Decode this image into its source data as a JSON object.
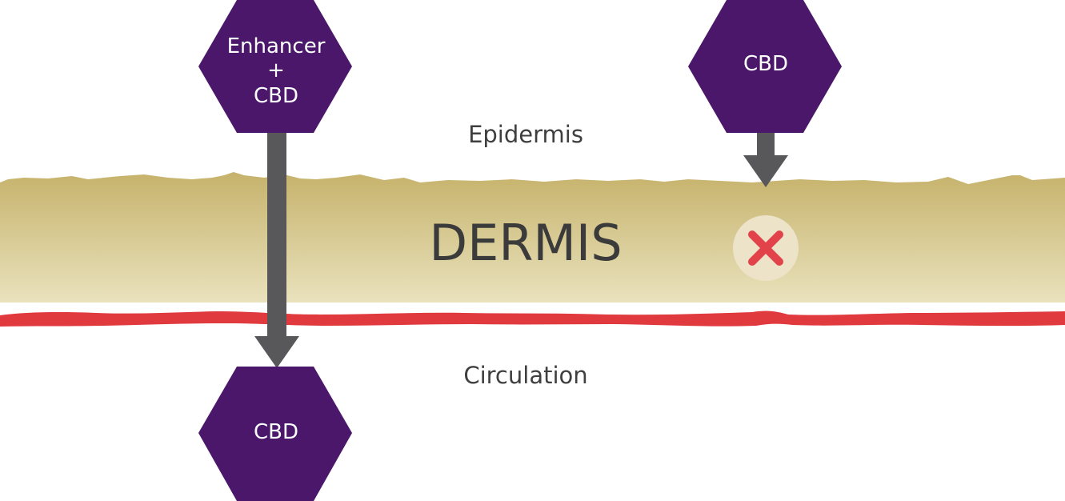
{
  "labels": {
    "epidermis": "Epidermis",
    "dermis": "DERMIS",
    "circulation": "Circulation"
  },
  "hexagons": {
    "enhancer_cbd": {
      "line1": "Enhancer",
      "line2": "+",
      "line3": "CBD"
    },
    "cbd_right": "CBD",
    "cbd_bottom": "CBD"
  },
  "icons": {
    "blocked": "x-mark-icon",
    "arrow": "arrow-down-icon"
  },
  "colors": {
    "hexagon": "#4a176b",
    "dermis_top": "#c6b26b",
    "dermis_bottom": "#e9e2bd",
    "blood_vessel": "#e0393e",
    "arrow": "#58585a",
    "blocked_circle": "#ece3c9",
    "blocked_x": "#e2424a",
    "text": "#3f3f3f"
  }
}
